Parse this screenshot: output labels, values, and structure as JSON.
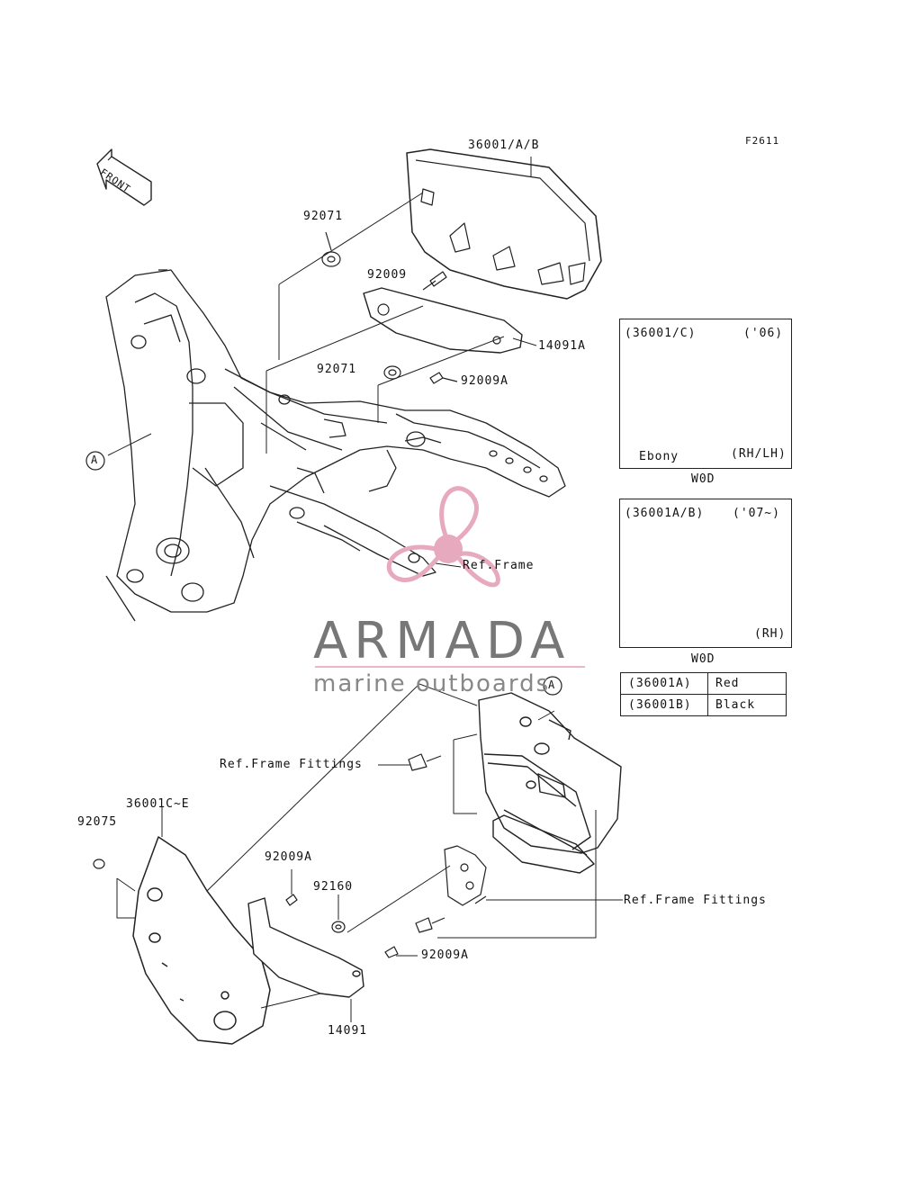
{
  "figure_code": "F2611",
  "front_arrow": "FRONT",
  "callouts": {
    "a": "36001/A/B",
    "b": "92071",
    "c": "92009",
    "d": "14091A",
    "e": "92071",
    "f": "92009A",
    "g": "Ref.Frame",
    "h": "Ref.Frame Fittings",
    "i": "36001C~E",
    "j": "92075",
    "k": "92009A",
    "l": "92160",
    "m": "92009A",
    "n": "14091",
    "o": "Ref.Frame Fittings"
  },
  "ref_markers": {
    "left": "A",
    "right": "A"
  },
  "inset_top": {
    "code": "(36001/C)",
    "year": "('06)",
    "color_note": "Ebony",
    "side": "(RH/LH)",
    "caption": "W0D"
  },
  "inset_bottom": {
    "code": "(36001A/B)",
    "year": "('07~)",
    "side": "(RH)",
    "caption": "W0D"
  },
  "color_table": [
    {
      "code": "(36001A)",
      "color": "Red"
    },
    {
      "code": "(36001B)",
      "color": "Black"
    }
  ],
  "watermark": {
    "brand": "ARMADA",
    "tagline": "marine outboards",
    "accent": "#e7a9bd"
  }
}
